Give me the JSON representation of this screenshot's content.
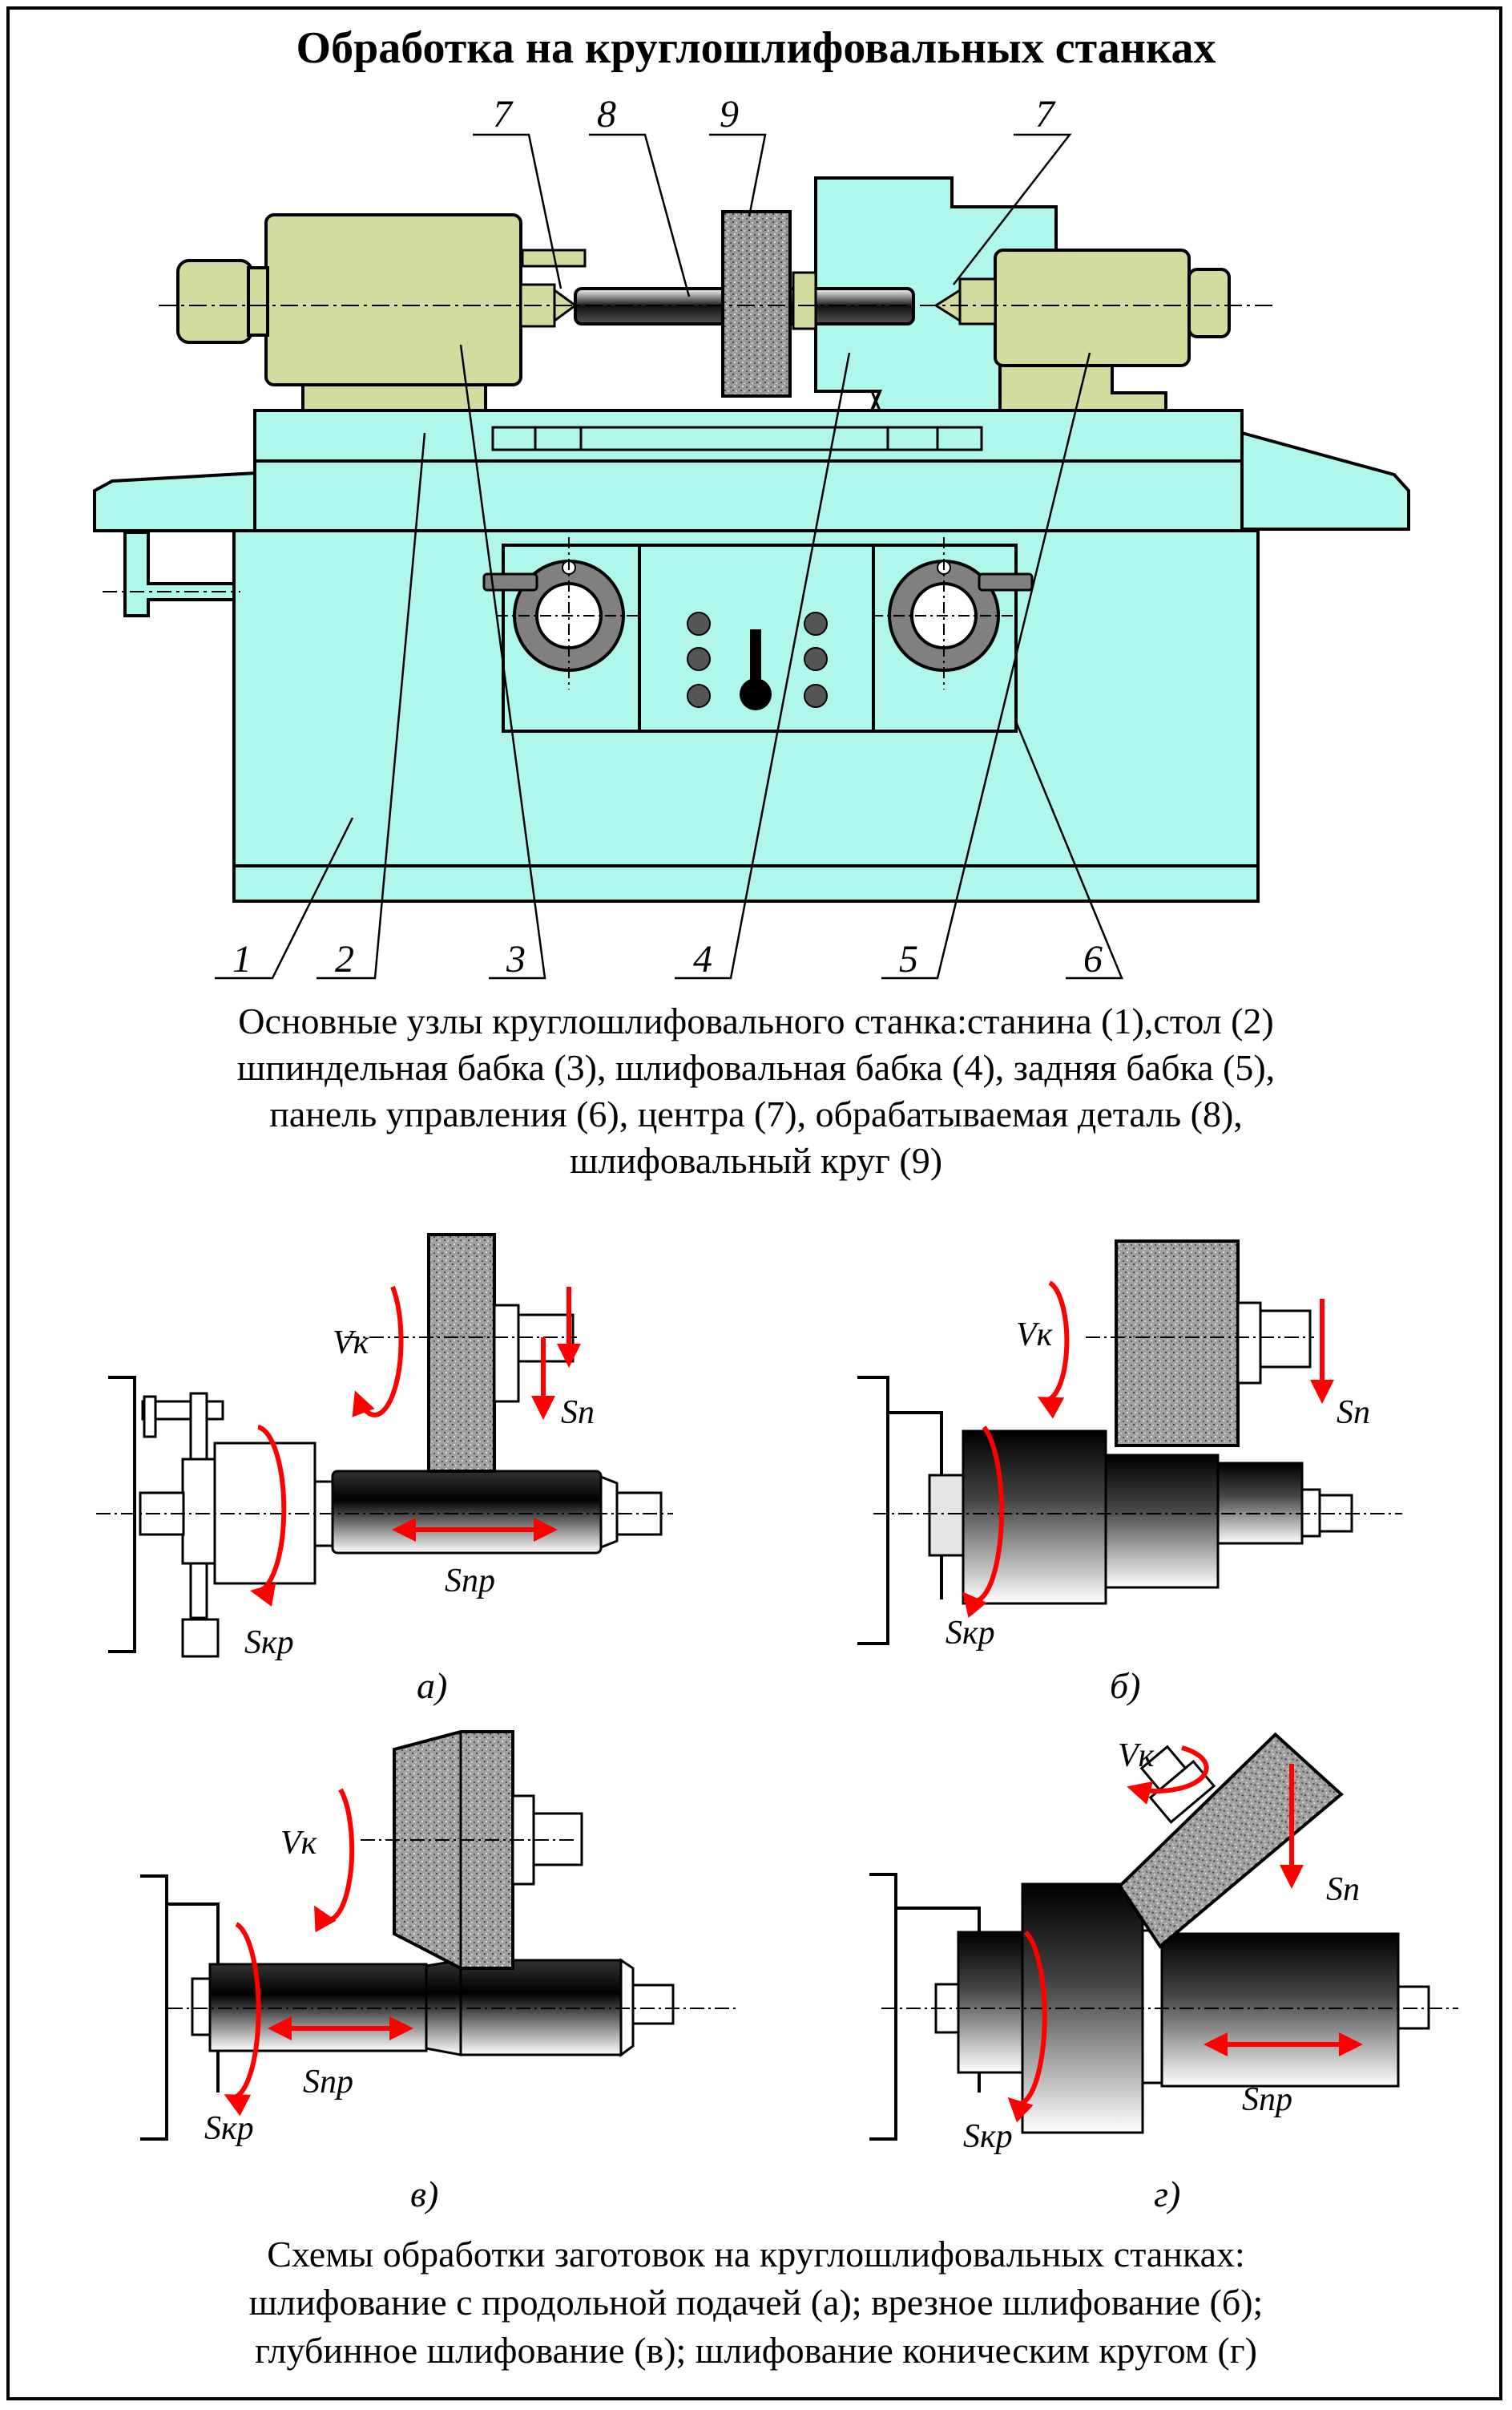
{
  "title": "Обработка на круглошлифовальных станках",
  "machine_callouts": [
    "7",
    "8",
    "9",
    "7",
    "1",
    "2",
    "3",
    "4",
    "5",
    "6"
  ],
  "caption1": {
    "line1": "Основные узлы круглошлифовального станка:станина (1),стол (2)",
    "line2": "шпиндельная бабка (3), шлифовальная бабка (4), задняя бабка (5),",
    "line3": "панель управления (6), центра (7), обрабатываемая деталь (8),",
    "line4": "шлифовальный круг (9)"
  },
  "scheme_a": {
    "vk": "Vк",
    "sn": "Sn",
    "snp": "Snp",
    "skr": "Sкр",
    "label": "а)"
  },
  "scheme_b": {
    "vk": "Vк",
    "sn": "Sn",
    "skr": "Sкр",
    "label": "б)"
  },
  "scheme_v": {
    "vk": "Vк",
    "snp": "Snp",
    "skr": "Sкр",
    "label": "в)"
  },
  "scheme_g": {
    "vk": "Vк",
    "sn": "Sn",
    "snp": "Snp",
    "skr": "Sкр",
    "label": "г)"
  },
  "caption2": {
    "line1": "Схемы обработки заготовок на круглошлифовальных станках:",
    "line2": "шлифование с продольной подачей (а); врезное шлифование (б);",
    "line3": "глубинное шлифование (в); шлифование коническим кругом (г)"
  },
  "colors": {
    "bed": "#aef7ea",
    "headstock": "#d3dc9f",
    "arrow": "#ff0000",
    "wheel": "#a0a0a0"
  }
}
